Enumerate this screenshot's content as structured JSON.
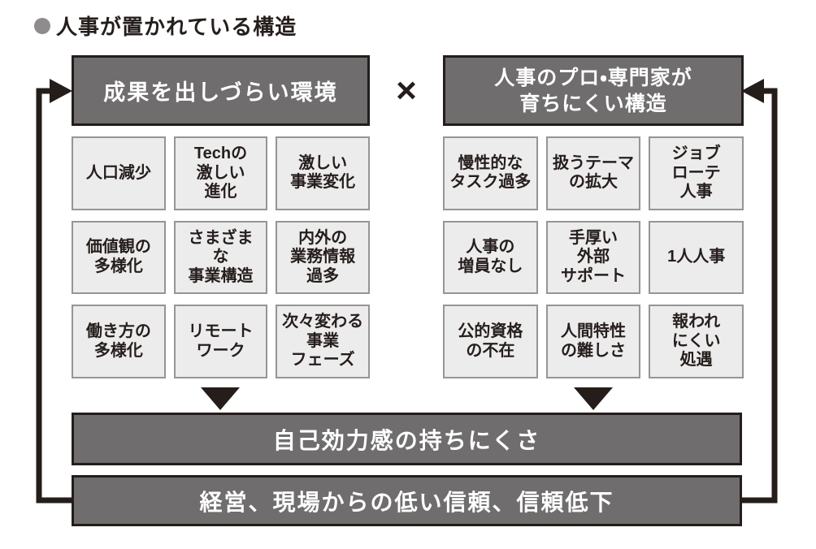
{
  "title": {
    "bullet_icon": "filled-circle",
    "text": "人事が置かれている構造"
  },
  "multiply_symbol": "×",
  "left_section": {
    "header": "成果を出しづらい環境",
    "cells": [
      "人口減少",
      "Techの\n激しい\n進化",
      "激しい\n事業変化",
      "価値観の\n多様化",
      "さまざま\nな\n事業構造",
      "内外の\n業務情報\n過多",
      "働き方の\n多様化",
      "リモート\nワーク",
      "次々変わる\n事業\nフェーズ"
    ]
  },
  "right_section": {
    "header": "人事のプロ・専門家が\n育ちにくい構造",
    "cells": [
      "慢性的な\nタスク過多",
      "扱うテーマ\nの拡大",
      "ジョブ\nローテ\n人事",
      "人事の\n増員なし",
      "手厚い\n外部\nサポート",
      "1人人事",
      "公的資格\nの不在",
      "人間特性\nの難しさ",
      "報われ\nにくい\n処遇"
    ]
  },
  "outcomes": [
    "自己効力感の持ちにくさ",
    "経営、現場からの低い信頼、信頼低下"
  ],
  "colors": {
    "dark_box": "#6f6d6d",
    "line": "#241d1a",
    "cell_bg": "#edecec",
    "cell_border": "#969494",
    "bullet": "#8e8c8c",
    "text_dark": "#251e1c",
    "text_light": "#ffffff"
  }
}
